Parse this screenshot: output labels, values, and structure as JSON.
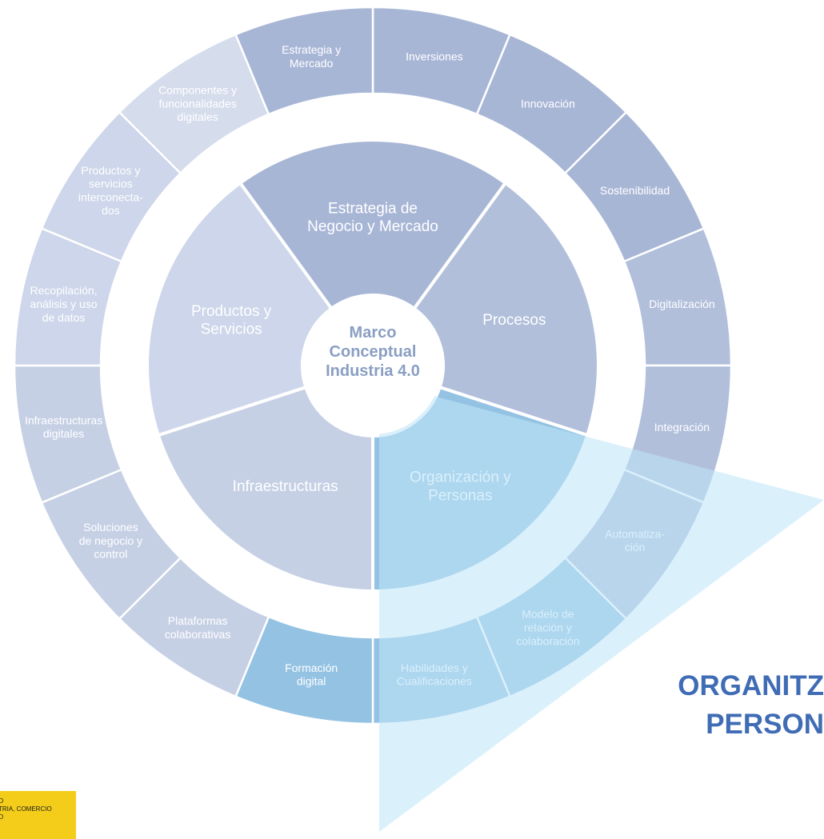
{
  "center": {
    "lines": [
      "Marco",
      "Conceptual",
      "Industria 4.0"
    ]
  },
  "inner_ring": [
    {
      "lines": [
        "Estrategia de",
        "Negocio y Mercado"
      ],
      "color": "#a8b6d6"
    },
    {
      "lines": [
        "Procesos"
      ],
      "color": "#b1bfdb"
    },
    {
      "lines": [
        "Organización y",
        "Personas"
      ],
      "color": "#93c2e3"
    },
    {
      "lines": [
        "Infraestructuras"
      ],
      "color": "#c6d0e5"
    },
    {
      "lines": [
        "Productos y",
        "Servicios"
      ],
      "color": "#cdd6ea"
    }
  ],
  "outer_ring": [
    {
      "lines": [
        "Inversiones"
      ],
      "color": "#a8b6d6"
    },
    {
      "lines": [
        "Innovación"
      ],
      "color": "#a8b6d6"
    },
    {
      "lines": [
        "Sostenibilidad"
      ],
      "color": "#a8b6d6"
    },
    {
      "lines": [
        "Digitalización"
      ],
      "color": "#b1bfdb"
    },
    {
      "lines": [
        "Integración"
      ],
      "color": "#b1bfdb"
    },
    {
      "lines": [
        "Automatiza-",
        "ción"
      ],
      "color": "#b1bfdb"
    },
    {
      "lines": [
        "Modelo de",
        "relación y",
        "colaboración"
      ],
      "color": "#93c2e3"
    },
    {
      "lines": [
        "Habilidades y",
        "Cualificaciones"
      ],
      "color": "#93c2e3"
    },
    {
      "lines": [
        "Formación",
        "digital"
      ],
      "color": "#93c2e3"
    },
    {
      "lines": [
        "Plataformas",
        "colaborativas"
      ],
      "color": "#c6d0e5"
    },
    {
      "lines": [
        "Soluciones",
        "de negocio y",
        "control"
      ],
      "color": "#c6d0e5"
    },
    {
      "lines": [
        "Infraestructuras",
        "digitales"
      ],
      "color": "#c6d0e5"
    },
    {
      "lines": [
        "Recopilación,",
        "análisis y uso",
        "de datos"
      ],
      "color": "#cdd6ea"
    },
    {
      "lines": [
        "Productos y",
        "servicios",
        "interconecta-",
        "dos"
      ],
      "color": "#cdd6ea"
    },
    {
      "lines": [
        "Componentes y",
        "funcionalidades",
        "digitales"
      ],
      "color": "#d5dcec"
    },
    {
      "lines": [
        "Estrategia y",
        "Mercado"
      ],
      "color": "#a8b6d6"
    }
  ],
  "highlight_color": "#bfe5f8",
  "title": {
    "line1": "ORGANITZ",
    "line2": "PERSON"
  },
  "logo": {
    "lines": [
      "O",
      "TRIA, COMERCIO",
      "O"
    ],
    "color": "#f4cd1b"
  }
}
